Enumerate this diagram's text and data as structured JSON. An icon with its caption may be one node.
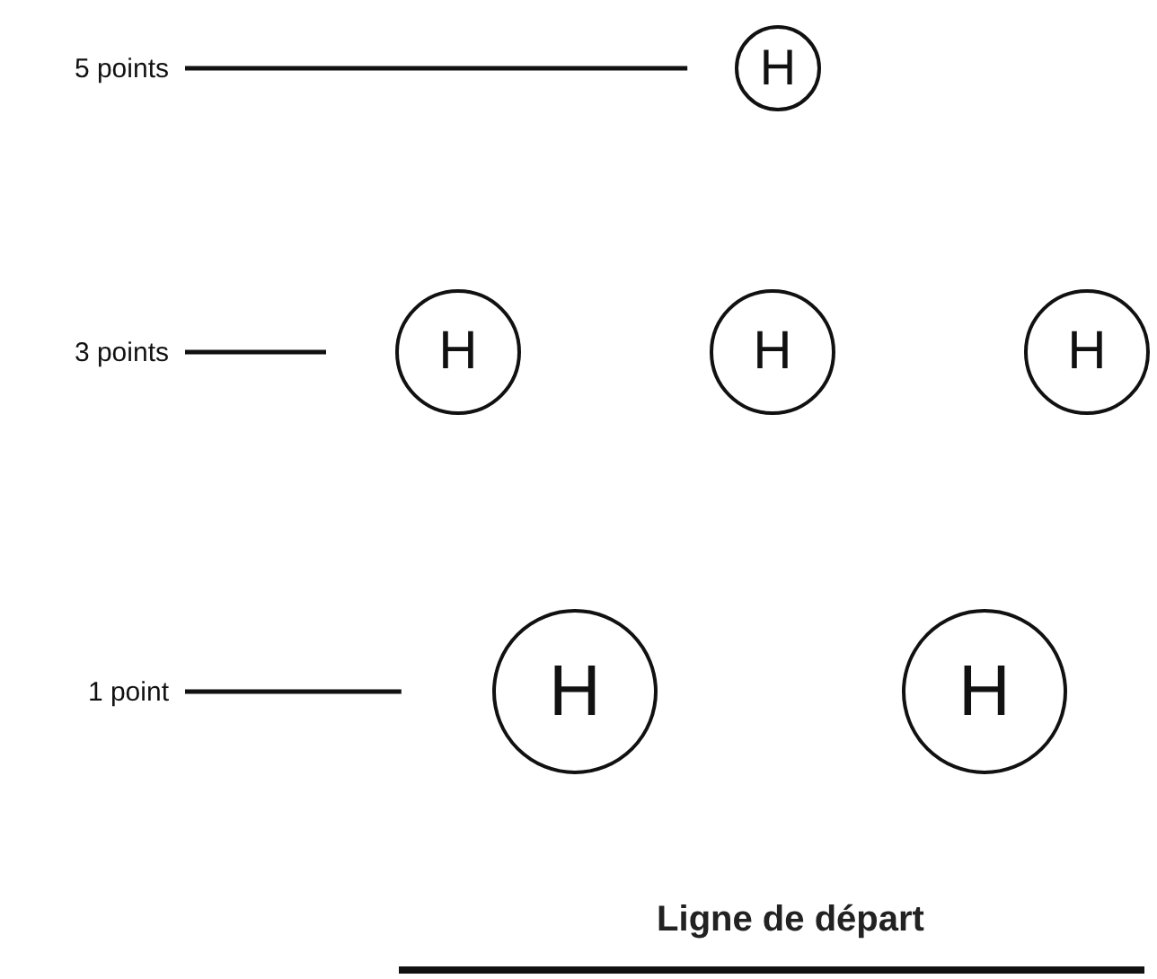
{
  "diagram": {
    "nodes": [
      {
        "text": [
          "5 points"
        ]
      },
      {
        "text": [
          "H"
        ]
      },
      {
        "text": [
          "3 points"
        ]
      },
      {
        "text": [
          "H"
        ]
      },
      {
        "text": [
          "H"
        ]
      },
      {
        "text": [
          "H"
        ]
      },
      {
        "text": [
          "1 point"
        ]
      },
      {
        "text": [
          "H"
        ]
      },
      {
        "text": [
          "H"
        ]
      },
      {
        "text": [
          "Ligne de départ"
        ]
      }
    ],
    "edges": [
      {
        "from": 0,
        "to": 1,
        "arrow": "none"
      },
      {
        "from": 2,
        "to": 3,
        "arrow": "none"
      },
      {
        "from": 6,
        "to": 7,
        "arrow": "none"
      }
    ]
  }
}
